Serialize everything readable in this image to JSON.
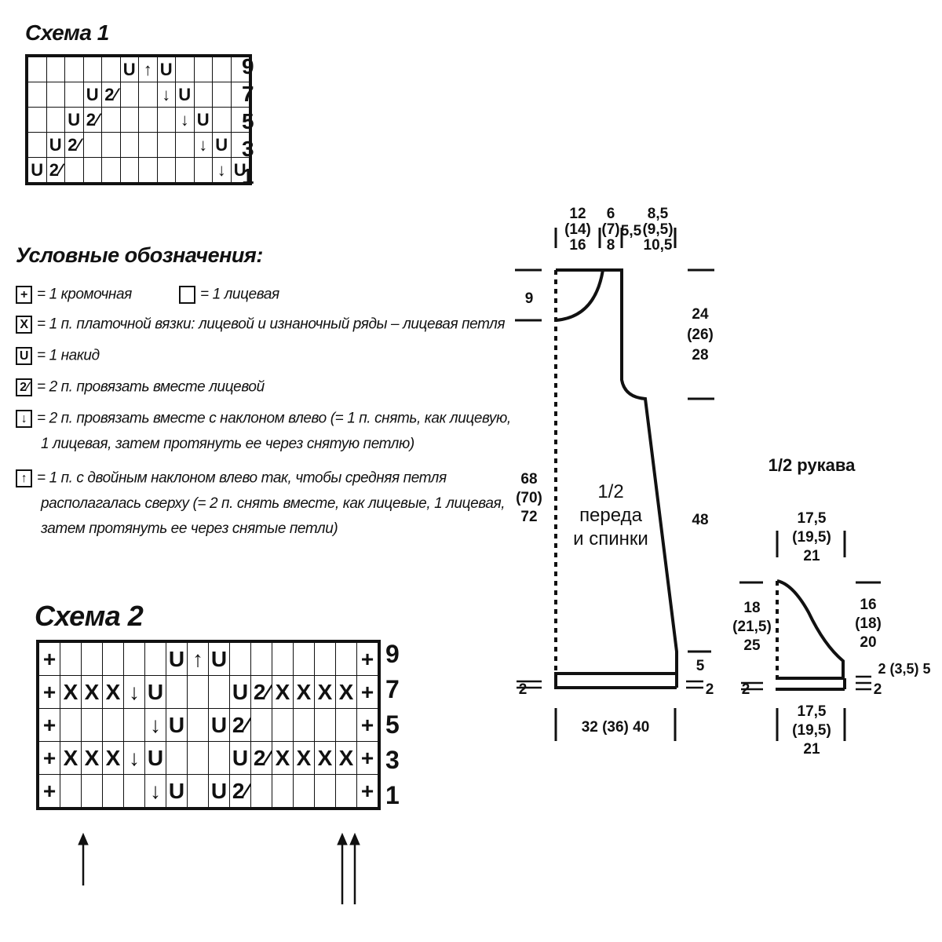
{
  "schema1": {
    "title": "Схема 1",
    "row_numbers": [
      "9",
      "7",
      "5",
      "3",
      "1"
    ],
    "rows": [
      [
        "",
        "",
        "",
        "",
        "",
        "U",
        "↑",
        "U",
        "",
        "",
        "",
        ""
      ],
      [
        "",
        "",
        "",
        "U",
        "2⁄",
        "",
        "",
        "↓",
        "U",
        "",
        "",
        ""
      ],
      [
        "",
        "",
        "U",
        "2⁄",
        "",
        "",
        "",
        "",
        "↓",
        "U",
        "",
        ""
      ],
      [
        "",
        "U",
        "2⁄",
        "",
        "",
        "",
        "",
        "",
        "",
        "↓",
        "U",
        ""
      ],
      [
        "U",
        "2⁄",
        "",
        "",
        "",
        "",
        "",
        "",
        "",
        "",
        "↓",
        "U"
      ]
    ]
  },
  "legend": {
    "title": "Условные обозначения:",
    "items": [
      {
        "symbol": "+",
        "text": "= 1 кромочная"
      },
      {
        "symbol": "",
        "text": "= 1 лицевая"
      },
      {
        "symbol": "X",
        "text": "= 1 п. платочной вязки: лицевой и изнаночный ряды – лицевая петля"
      },
      {
        "symbol": "U",
        "text": "= 1 накид"
      },
      {
        "symbol": "2⁄",
        "text": "= 2 п. провязать вместе лицевой"
      },
      {
        "symbol": "↓",
        "text": "= 2 п. провязать вместе с наклоном влево (= 1 п. снять, как лицевую,",
        "text2": "1 лицевая, затем протянуть ее через снятую петлю)"
      },
      {
        "symbol": "↑",
        "text": "= 1 п. с двойным наклоном влево так, чтобы средняя петля",
        "text2": "располагалась сверху (= 2 п. снять вместе, как лицевые, 1 лицевая,",
        "text3": "затем протянуть ее через снятые петли)"
      }
    ]
  },
  "schema2": {
    "title": "Схема 2",
    "row_numbers": [
      "9",
      "7",
      "5",
      "3",
      "1"
    ],
    "rows": [
      [
        "+",
        "",
        "",
        "",
        "",
        "",
        "U",
        "↑",
        "U",
        "",
        "",
        "",
        "",
        "",
        "",
        "+"
      ],
      [
        "+",
        "X",
        "X",
        "X",
        "↓",
        "U",
        "",
        "",
        "",
        "U",
        "2⁄",
        "X",
        "X",
        "X",
        "X",
        "+"
      ],
      [
        "+",
        "",
        "",
        "",
        "",
        "↓",
        "U",
        "",
        "U",
        "2⁄",
        "",
        "",
        "",
        "",
        "",
        "+"
      ],
      [
        "+",
        "X",
        "X",
        "X",
        "↓",
        "U",
        "",
        "",
        "",
        "U",
        "2⁄",
        "X",
        "X",
        "X",
        "X",
        "+"
      ],
      [
        "+",
        "",
        "",
        "",
        "",
        "↓",
        "U",
        "",
        "U",
        "2⁄",
        "",
        "",
        "",
        "",
        "",
        "+"
      ]
    ]
  },
  "body_piece": {
    "label": [
      "1/2",
      "переда",
      "и спинки"
    ],
    "top_widths": [
      [
        "12",
        "(14)",
        "16"
      ],
      [
        "6",
        "(7)",
        "8"
      ],
      [
        "5,5"
      ],
      [
        "8,5",
        "(9,5)",
        "10,5"
      ]
    ],
    "neck_depth": "9",
    "armhole": [
      "24",
      "(26)",
      "28"
    ],
    "side": "48",
    "length": [
      "68",
      "(70)",
      "72"
    ],
    "hem_right": "5",
    "rib_left": "2",
    "rib_right": "2",
    "bottom_width": "32 (36) 40"
  },
  "sleeve_piece": {
    "title": "1/2 рукава",
    "top_width": [
      "17,5",
      "(19,5)",
      "21"
    ],
    "cap_left": [
      "18",
      "(21,5)",
      "25"
    ],
    "cap_right": [
      "16",
      "(18)",
      "20"
    ],
    "rib_right": "2 (3,5) 5",
    "rib_small_right": "2",
    "rib_left": "2",
    "bottom_width": [
      "17,5",
      "(19,5)",
      "21"
    ]
  }
}
